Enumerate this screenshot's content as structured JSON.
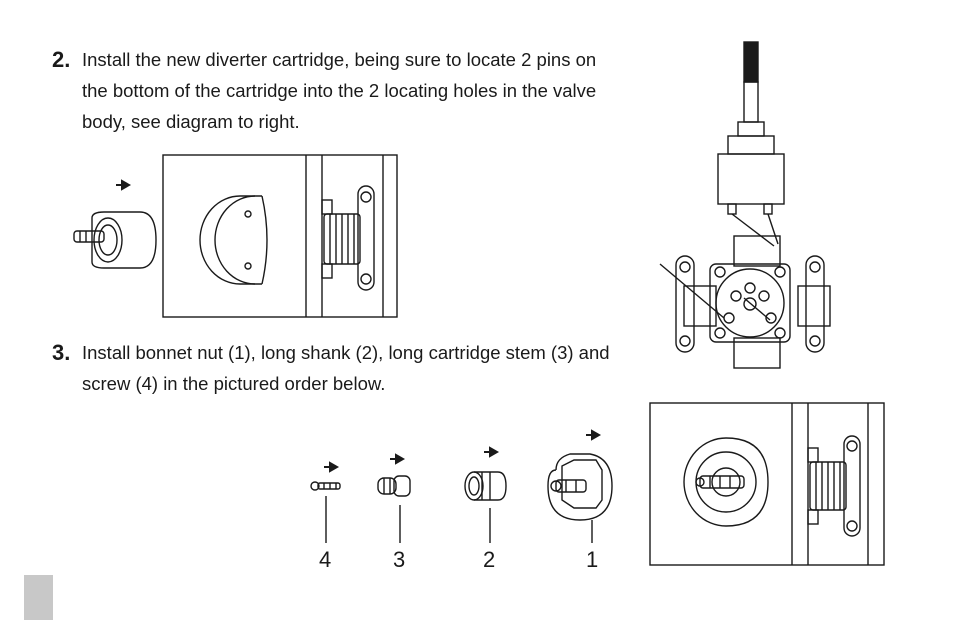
{
  "steps": [
    {
      "number": "2.",
      "lines": [
        "Install the new diverter cartridge, being sure to locate 2 pins on",
        "the bottom of the cartridge into the 2 locating holes in the valve",
        "body, see diagram to right."
      ]
    },
    {
      "number": "3.",
      "lines": [
        "Install bonnet nut (1), long shank (2), long cartridge stem (3) and",
        "screw (4) in the pictured order below."
      ]
    }
  ],
  "part_labels": [
    "4",
    "3",
    "2",
    "1"
  ],
  "colors": {
    "ink": "#1a1a1a",
    "page_tab": "#c8c8c8"
  }
}
